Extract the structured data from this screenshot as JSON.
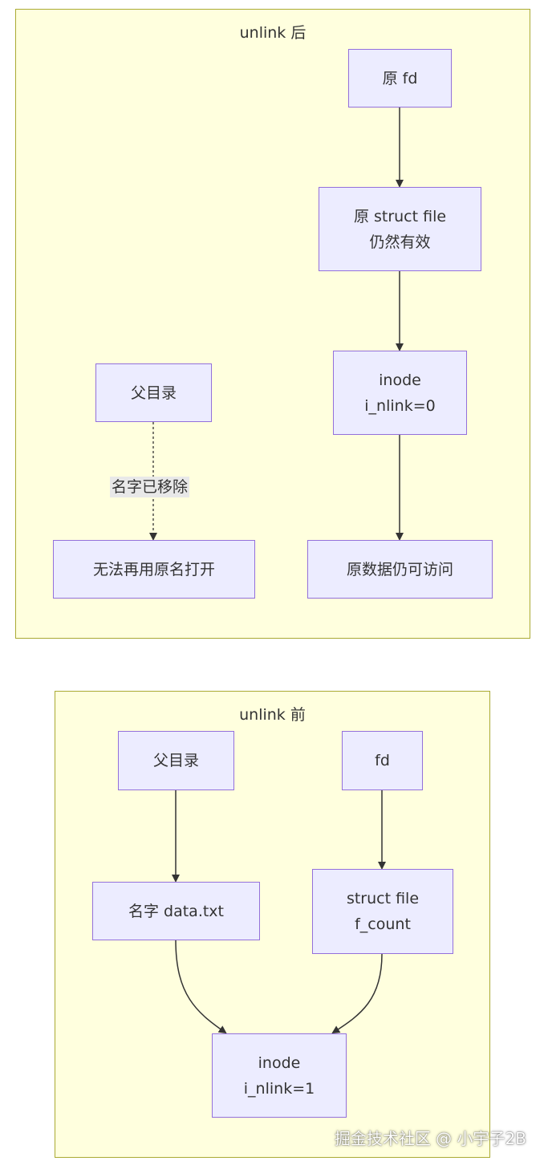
{
  "after": {
    "title": "unlink 后",
    "orig_fd": "原 fd",
    "orig_file_line1": "原 struct file",
    "orig_file_line2": "仍然有效",
    "inode_line1": "inode",
    "inode_line2": "i_nlink=0",
    "parent_dir": "父目录",
    "edge_label": "名字已移除",
    "cannot_open": "无法再用原名打开",
    "data_accessible": "原数据仍可访问"
  },
  "before": {
    "title": "unlink 前",
    "parent_dir": "父目录",
    "fd": "fd",
    "name": "名字 data.txt",
    "file_line1": "struct file",
    "file_line2": "f_count",
    "inode_line1": "inode",
    "inode_line2": "i_nlink=1"
  },
  "watermark": "掘金技术社区 @ 小宇子2B",
  "colors": {
    "cluster_fill": "#ffffde",
    "cluster_border": "#aaaa33",
    "node_fill": "#ececff",
    "node_border": "#9370db",
    "edge": "#333333"
  }
}
